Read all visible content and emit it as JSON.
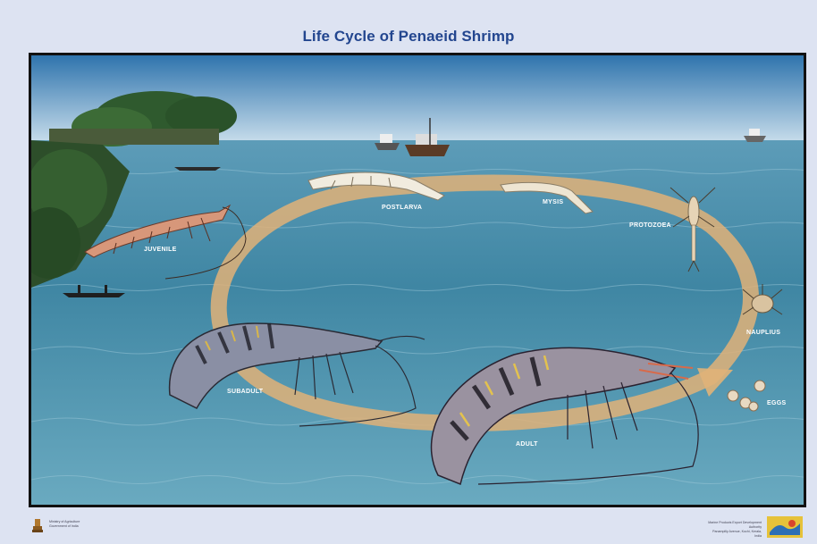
{
  "title": "Life Cycle of Penaeid Shrimp",
  "stages": {
    "postlarva": "POSTLARVA",
    "mysis": "MYSIS",
    "protozoea": "PROTOZOEA",
    "nauplius": "NAUPLIUS",
    "eggs": "EGGS",
    "adult": "ADULT",
    "subadult": "SUBADULT",
    "juvenile": "JUVENILE"
  },
  "footer": {
    "left_line1": "Ministry of Agriculture",
    "left_line2": "Government of India",
    "right_line1": "Marine Products Export Development Authority",
    "right_line2": "Panampilly Avenue, Kochi, Kerala, India"
  },
  "colors": {
    "title": "#23468f",
    "cycle_arrow": "#e0b278",
    "sea": "#3f86a3",
    "sky": "#bcd6e8"
  }
}
